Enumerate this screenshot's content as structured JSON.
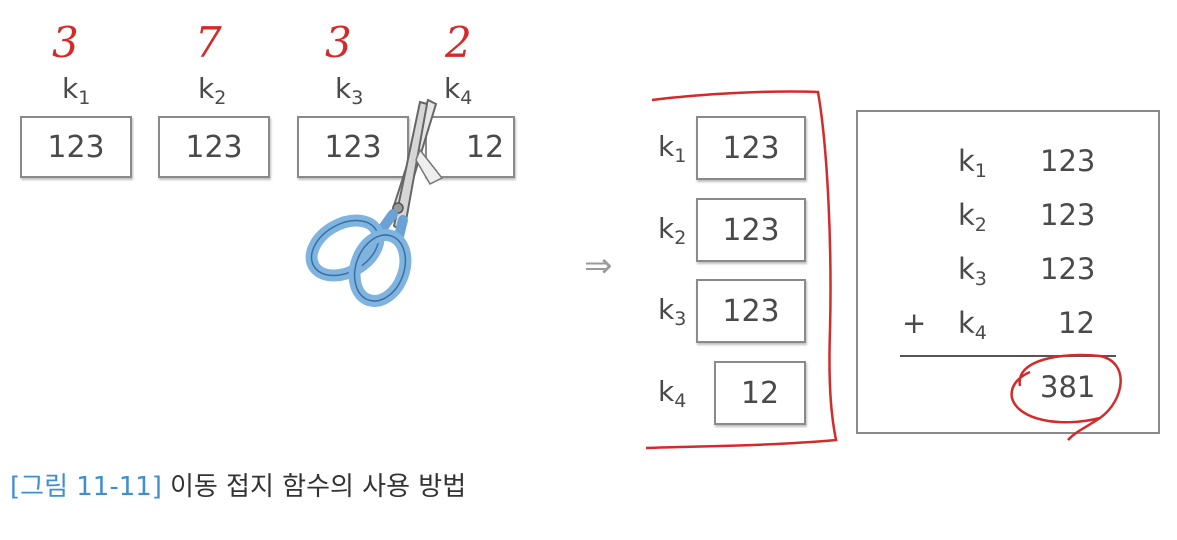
{
  "handwritten": {
    "above_k1": "3",
    "above_k2": "7",
    "above_k3": "3",
    "above_k4": "2"
  },
  "top_row": {
    "k1": {
      "key": "k",
      "sub": "1",
      "value": "123"
    },
    "k2": {
      "key": "k",
      "sub": "2",
      "value": "123"
    },
    "k3": {
      "key": "k",
      "sub": "3",
      "value": "123"
    },
    "k4": {
      "key": "k",
      "sub": "4",
      "value": "12"
    }
  },
  "arrow_glyph": "⇒",
  "stack": {
    "k1": {
      "key": "k",
      "sub": "1",
      "value": "123"
    },
    "k2": {
      "key": "k",
      "sub": "2",
      "value": "123"
    },
    "k3": {
      "key": "k",
      "sub": "3",
      "value": "123"
    },
    "k4": {
      "key": "k",
      "sub": "4",
      "value": "12"
    }
  },
  "sum": {
    "rows": [
      {
        "op": "",
        "key": "k",
        "sub": "1",
        "value": "123"
      },
      {
        "op": "",
        "key": "k",
        "sub": "2",
        "value": "123"
      },
      {
        "op": "",
        "key": "k",
        "sub": "3",
        "value": "123"
      },
      {
        "op": "+",
        "key": "k",
        "sub": "4",
        "value": "12"
      }
    ],
    "result": "381"
  },
  "caption": {
    "figure": "[그림 11-11]",
    "title": "이동 접지 함수의 사용 방법"
  },
  "colors": {
    "annotation_red": "#d42a2a",
    "caption_blue": "#3f8fd0",
    "scissors_blue": "#7fb3e0"
  }
}
